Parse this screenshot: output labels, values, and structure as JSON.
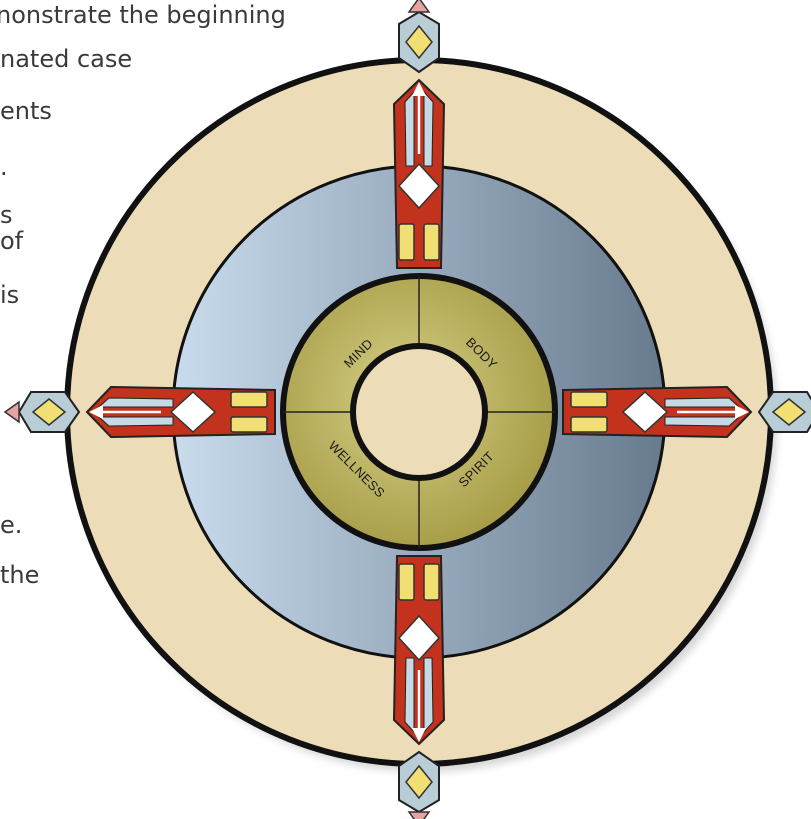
{
  "text_lines": [
    "nonstrate the beginning",
    "nated case",
    "ents",
    ".",
    "s",
    "of",
    "is",
    "e.",
    "the"
  ],
  "wheel": {
    "quadrants": [
      "MIND",
      "BODY",
      "WELLNESS",
      "SPIRIT"
    ]
  },
  "colors": {
    "outer_ring": "#ecdcb8",
    "blue_light": "#c3d6ea",
    "blue_dark": "#6e7f92",
    "olive": "#b6ac57",
    "center": "#ecdcb8",
    "arrow_red": "#c2321c",
    "yellow": "#f2df74",
    "gray_blue": "#b9cdd6",
    "pink": "#e8a2a2"
  }
}
